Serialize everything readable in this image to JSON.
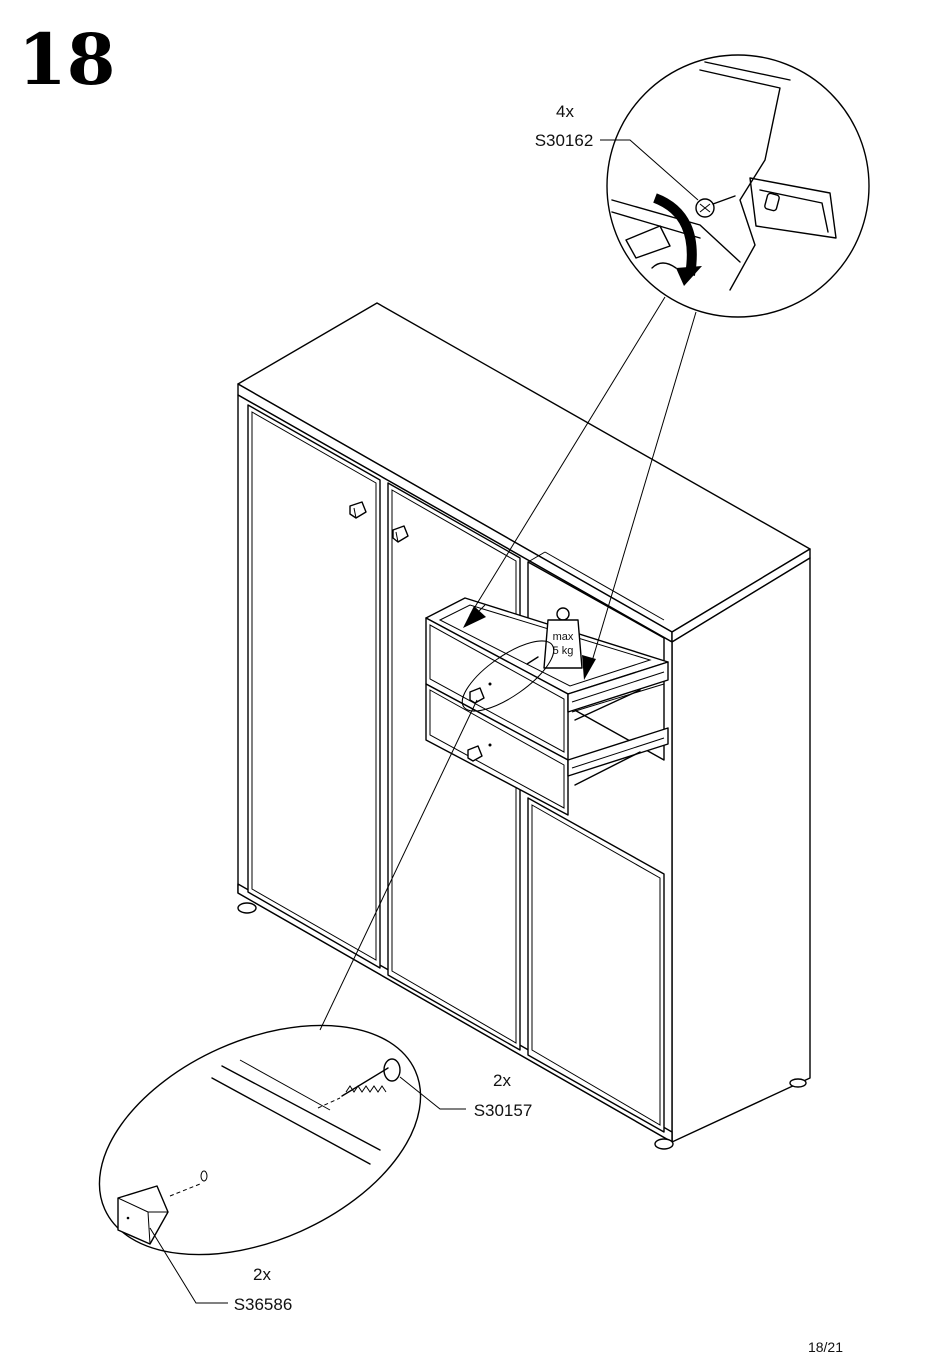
{
  "step": {
    "number": "18"
  },
  "callouts": {
    "top_hinge_screw": {
      "quantity": "4x",
      "part": "S30162"
    },
    "screw": {
      "quantity": "2x",
      "part": "S30157"
    },
    "knob": {
      "quantity": "2x",
      "part": "S36586"
    }
  },
  "weight_limit": {
    "line1": "max",
    "line2": "5 kg"
  },
  "page": {
    "number": "18/21"
  }
}
